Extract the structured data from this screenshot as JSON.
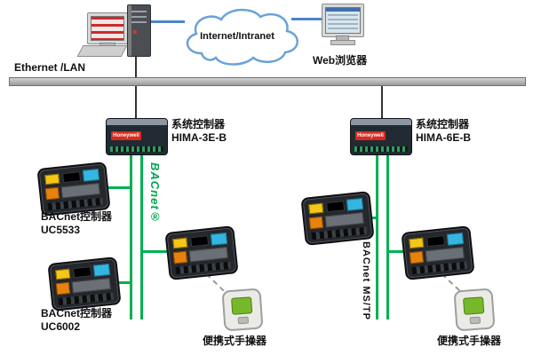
{
  "diagram": {
    "ethernet_label": "Ethernet /LAN",
    "cloud_label": "Internet/Intranet",
    "web_browser_label": "Web浏览器",
    "brand": "Honeywell",
    "left_controller": {
      "title": "系统控制器",
      "model": "HIMA-3E-B"
    },
    "right_controller": {
      "title": "系统控制器",
      "model": "HIMA-6E-B"
    },
    "bacnet_logo": "BACnet®",
    "bacnet_mstp_label": "BACnet MS/TP",
    "uc5533": {
      "title": "BACnet控制器",
      "model": "UC5533"
    },
    "uc6002": {
      "title": "BACnet控制器",
      "model": "UC6002"
    },
    "left_handheld_label": "便携式手操器",
    "right_handheld_label": "便携式手操器"
  },
  "colors": {
    "bus_green": "#00b050",
    "lan_gray": "#9a9a9a",
    "cloud_stroke": "#6aa2d8",
    "bacnet_green": "#00a651",
    "brand_red": "#d42b1e"
  }
}
